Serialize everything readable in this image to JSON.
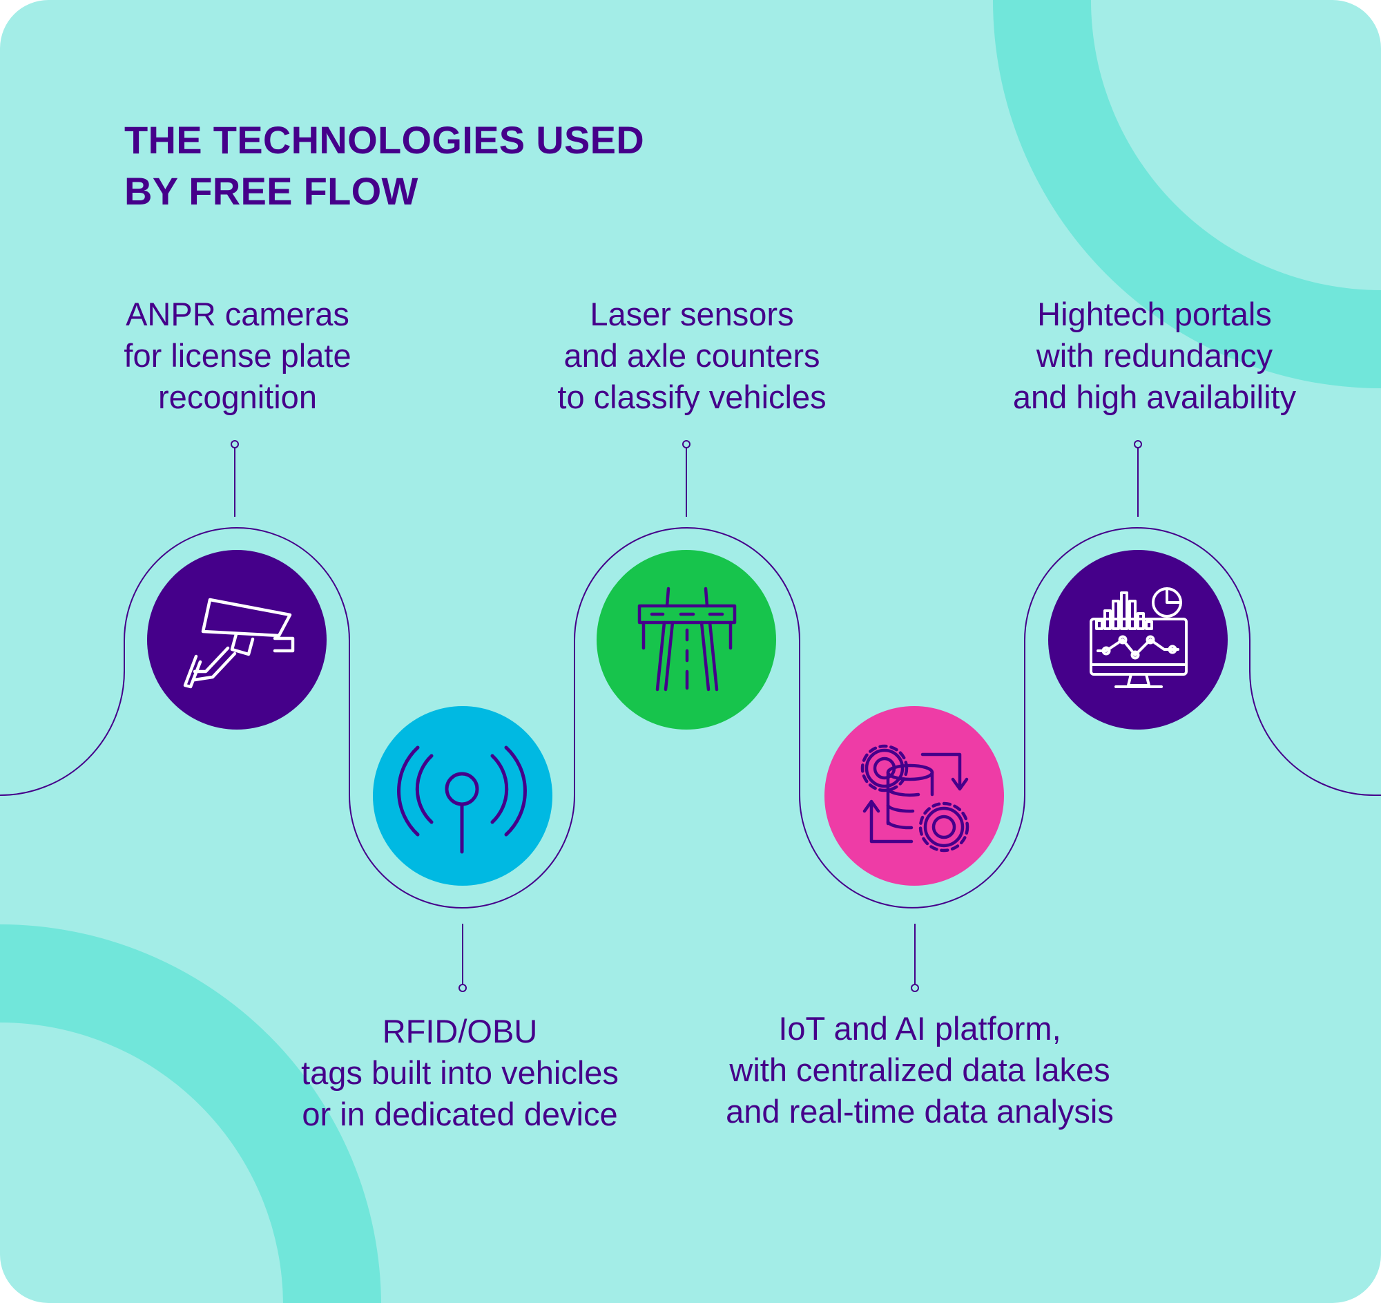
{
  "title": {
    "line1": "THE TECHNOLOGIES USED",
    "line2": "BY FREE FLOW"
  },
  "technologies": [
    {
      "icon": "cctv-camera-icon",
      "color": "#45008A",
      "lines": [
        "ANPR cameras",
        "for license plate",
        "recognition"
      ]
    },
    {
      "icon": "antenna-signal-icon",
      "color": "#00B9E2",
      "lines": [
        "RFID/OBU",
        "tags built into vehicles",
        "or in dedicated device"
      ]
    },
    {
      "icon": "toll-gantry-road-icon",
      "color": "#17C44C",
      "lines": [
        "Laser sensors",
        "and axle counters",
        "to classify vehicles"
      ]
    },
    {
      "icon": "database-gears-icon",
      "color": "#EE3CA6",
      "lines": [
        "IoT and AI platform,",
        "with centralized data lakes",
        "and real-time data analysis"
      ]
    },
    {
      "icon": "monitor-analytics-icon",
      "color": "#45008A",
      "lines": [
        "Hightech portals",
        "with redundancy",
        "and high availability"
      ]
    }
  ],
  "colors": {
    "background": "#A3EDE7",
    "accent_shape": "#71E6DA",
    "text": "#45008A",
    "line": "#45008A"
  }
}
